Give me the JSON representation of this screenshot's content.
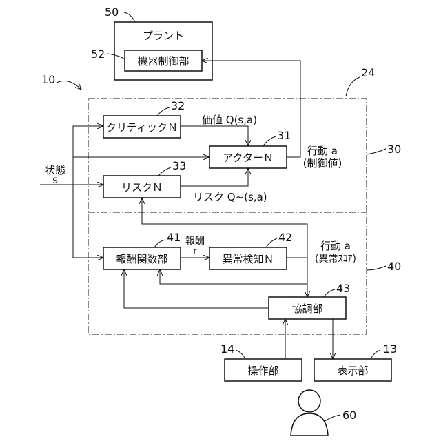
{
  "refs": {
    "r10": "10",
    "r24": "24",
    "r30": "30",
    "r40": "40",
    "r50": "50",
    "r52": "52",
    "r32": "32",
    "r31": "31",
    "r33": "33",
    "r41": "41",
    "r42": "42",
    "r43": "43",
    "r14": "14",
    "r13": "13",
    "r60": "60"
  },
  "plant": {
    "title": "プラント",
    "control_unit": "機器制御部"
  },
  "blocks": {
    "critic": "クリティックＮ",
    "actor": "アクターＮ",
    "risk": "リスクＮ",
    "reward_fn": "報酬関数部",
    "anomaly": "異常検知Ｎ",
    "coordinator": "協調部",
    "operation": "操作部",
    "display": "表示部"
  },
  "labels": {
    "value": "価値 Q(s,a)",
    "risk_q": "リスク Q~(s,a)",
    "state_1": "状態",
    "state_2": "s",
    "action1_1": "行動 a",
    "action1_2": "(制御値)",
    "reward_1": "報酬",
    "reward_2": "r",
    "action2_1": "行動 a",
    "action2_2": "(異常ｽｺｱ)"
  }
}
